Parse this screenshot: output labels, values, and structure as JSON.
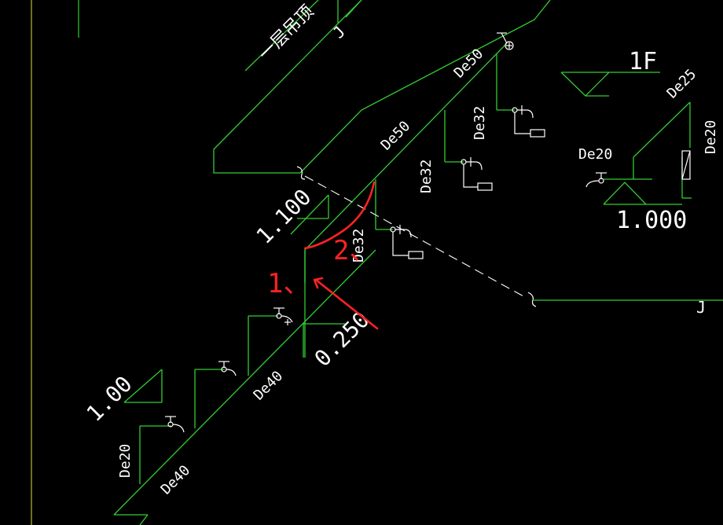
{
  "drawing": {
    "background": "#000000",
    "pipe_color": "#33cc33",
    "markup_color": "#ff2222",
    "text_color": "#ffffff",
    "labels": {
      "ceiling_label": "一层吊顶",
      "floor_label": "1F",
      "riser_j_top": "J",
      "riser_j_right": "J",
      "pipe_de50_a": "De50",
      "pipe_de50_b": "De50",
      "pipe_de32_a": "De32",
      "pipe_de32_b": "De32",
      "pipe_de32_c": "De32",
      "pipe_de25": "De25",
      "pipe_de20_a": "De20",
      "pipe_de20_b": "De20",
      "pipe_de20_c": "De20",
      "pipe_de40_a": "De40",
      "pipe_de40_b": "De40",
      "elev_1100": "1.100",
      "elev_1000": "1.000",
      "elev_0250": "0.250",
      "elev_100": "1.00",
      "markup_1": "1、",
      "markup_2": "2、"
    }
  }
}
